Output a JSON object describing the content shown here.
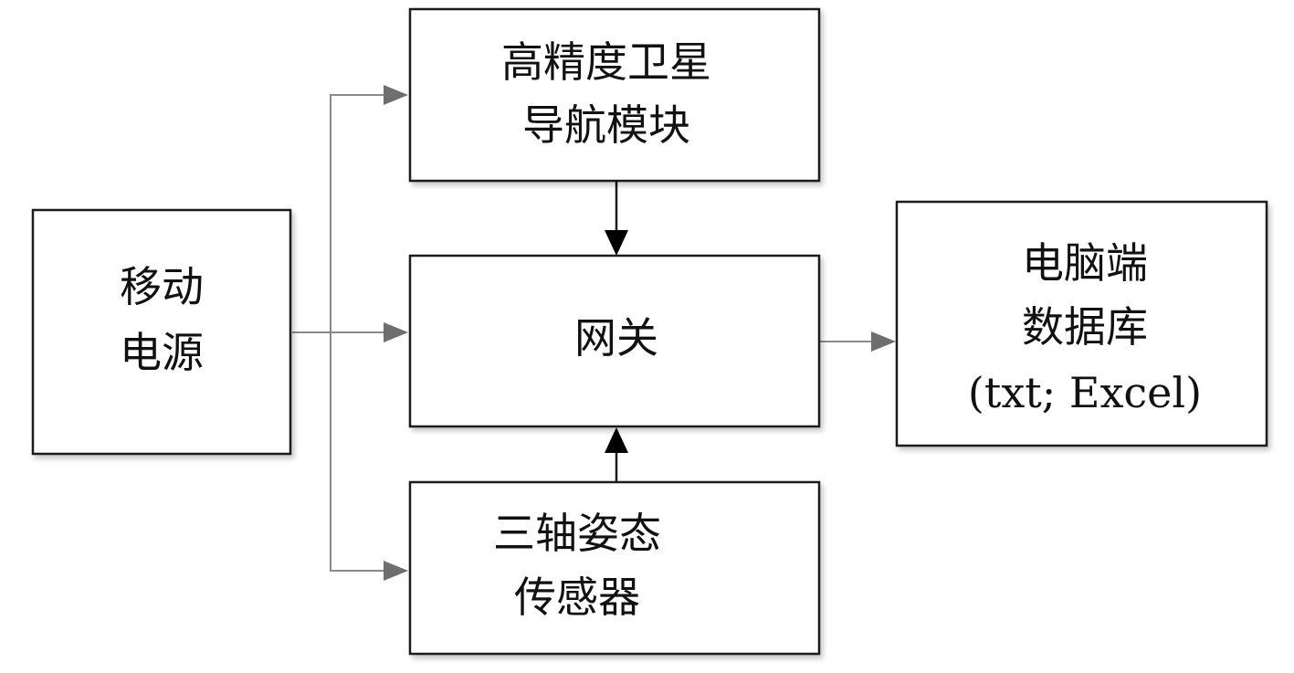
{
  "nodes": {
    "power": {
      "lines": [
        "移动",
        "电源"
      ]
    },
    "gnss": {
      "lines": [
        "高精度卫星",
        "导航模块"
      ]
    },
    "gateway": {
      "lines": [
        "网关"
      ]
    },
    "imu": {
      "lines": [
        "三轴姿态",
        "传感器"
      ]
    },
    "database": {
      "lines": [
        "电脑端",
        "数据库",
        "(txt; Excel)"
      ]
    }
  },
  "edges": [
    {
      "from": "power",
      "to": "gnss"
    },
    {
      "from": "power",
      "to": "gateway"
    },
    {
      "from": "power",
      "to": "imu"
    },
    {
      "from": "gnss",
      "to": "gateway"
    },
    {
      "from": "imu",
      "to": "gateway"
    },
    {
      "from": "gateway",
      "to": "database"
    }
  ]
}
